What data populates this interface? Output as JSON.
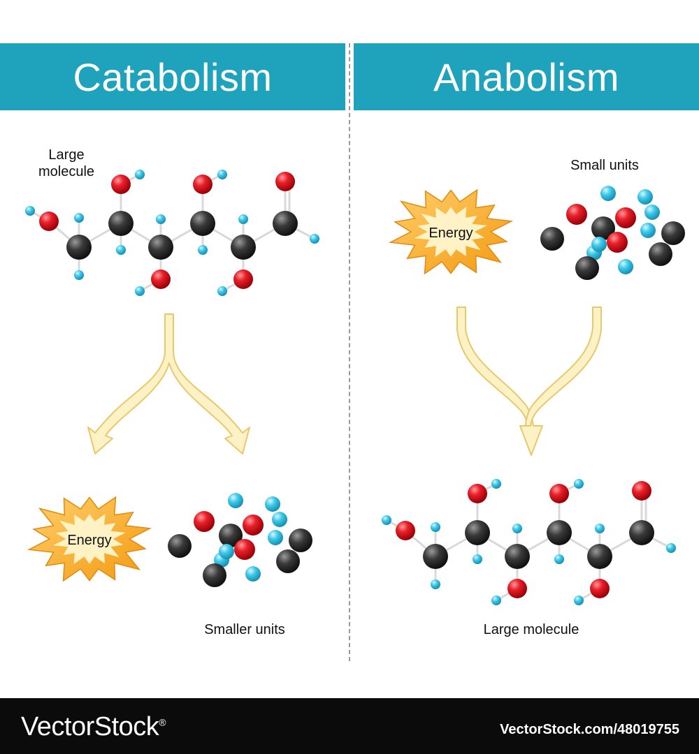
{
  "catabolism": {
    "title": "Catabolism",
    "large_molecule_label": "Large\nmolecule",
    "energy_label": "Energy",
    "smaller_units_label": "Smaller units"
  },
  "anabolism": {
    "title": "Anabolism",
    "small_units_label": "Small units",
    "energy_label": "Energy",
    "large_molecule_label": "Large molecule"
  },
  "colors": {
    "header": "#1fa3bd",
    "carbon": "#2b2b2b",
    "oxygen": "#e0141e",
    "hydrogen": "#33c6e8",
    "arrow_fill": "#fdf1c6",
    "arrow_stroke": "#e8c96a",
    "energy_outer": "#f6a623",
    "energy_inner": "#fde9a8"
  },
  "footer": {
    "brand": "VectorStock",
    "registered_mark": "®",
    "stock_id": "VectorStock.com/48019755"
  }
}
